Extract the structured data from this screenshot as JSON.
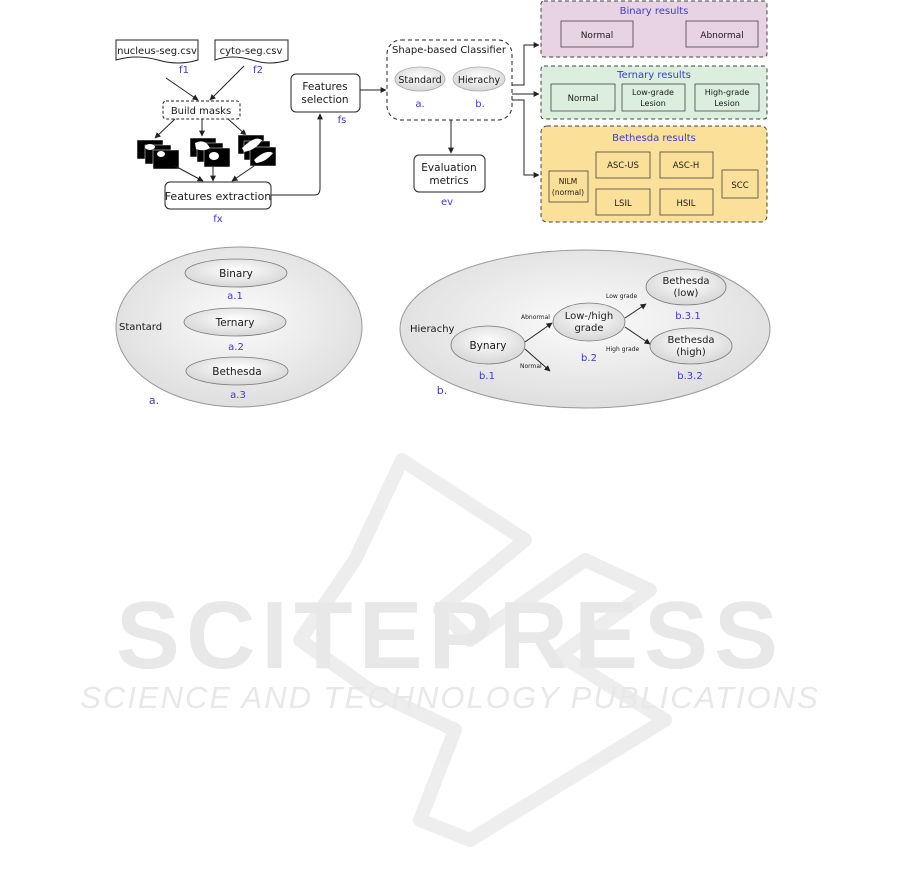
{
  "colors": {
    "binary_fill": "#e8d3e3",
    "ternary_fill": "#dceedd",
    "bethesda_fill": "#fbe09a",
    "box_stroke": "#333333",
    "label_blue": "#3b3bd6",
    "ellipse_fill": "#e6e6e6",
    "watermark": "#e9e9e9"
  },
  "pipeline": {
    "nucleus_file": "nucleus-seg.csv",
    "nucleus_tag": "f1",
    "cyto_file": "cyto-seg.csv",
    "cyto_tag": "f2",
    "build_masks": "Build masks",
    "features_extraction": "Features extraction",
    "extraction_tag": "fx",
    "features_selection_line1": "Features",
    "features_selection_line2": "selection",
    "selection_tag": "fs",
    "evaluation_line1": "Evaluation",
    "evaluation_line2": "metrics",
    "evaluation_tag": "ev"
  },
  "classifier": {
    "title": "Shape-based Classifier",
    "standard": "Standard",
    "standard_tag": "a.",
    "hierarchy": "Hierachy",
    "hierarchy_tag": "b."
  },
  "binary": {
    "title": "Binary results",
    "normal": "Normal",
    "abnormal": "Abnormal"
  },
  "ternary": {
    "title": "Ternary results",
    "normal": "Normal",
    "low_line1": "Low-grade",
    "low_line2": "Lesion",
    "high_line1": "High-grade",
    "high_line2": "Lesion"
  },
  "bethesda": {
    "title": "Bethesda results",
    "nilm_line1": "NILM",
    "nilm_line2": "(normal)",
    "ascus": "ASC-US",
    "asch": "ASC-H",
    "lsil": "LSIL",
    "hsil": "HSIL",
    "scc": "SCC"
  },
  "standard_panel": {
    "label": "Stantard",
    "binary": "Binary",
    "binary_tag": "a.1",
    "ternary": "Ternary",
    "ternary_tag": "a.2",
    "bethesda": "Bethesda",
    "bethesda_tag": "a.3",
    "panel_tag": "a."
  },
  "hierarchy_panel": {
    "label": "Hierachy",
    "bynary": "Bynary",
    "bynary_tag": "b.1",
    "lowhigh_line1": "Low-/high",
    "lowhigh_line2": "grade",
    "lowhigh_tag": "b.2",
    "beth_low_line1": "Bethesda",
    "beth_low_line2": "(low)",
    "beth_low_tag": "b.3.1",
    "beth_high_line1": "Bethesda",
    "beth_high_line2": "(high)",
    "beth_high_tag": "b.3.2",
    "edge_abnormal": "Abnormal",
    "edge_normal": "Normal",
    "edge_low": "Low grade",
    "edge_high": "High grade",
    "panel_tag": "b."
  },
  "watermark": {
    "line1": "SCITEPRESS",
    "line2": "SCIENCE AND TECHNOLOGY PUBLICATIONS"
  }
}
